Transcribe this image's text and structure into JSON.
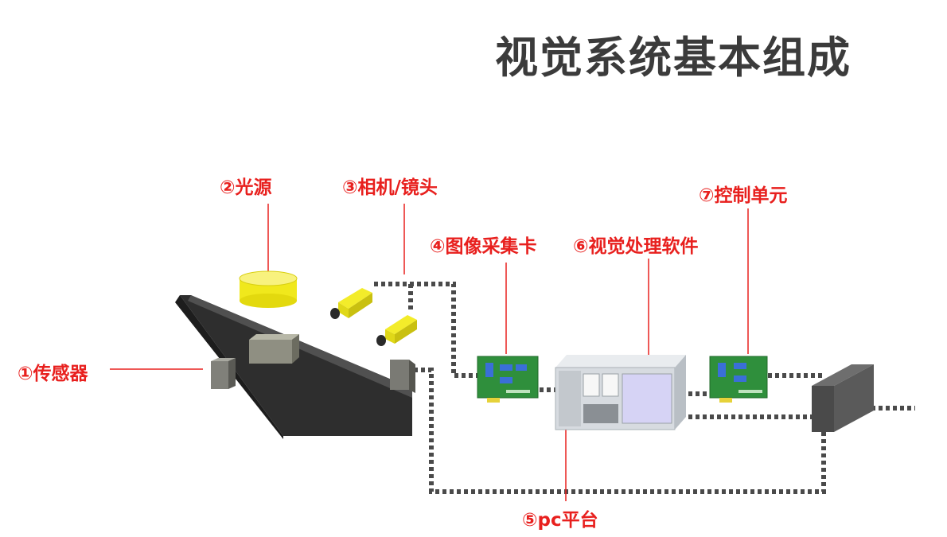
{
  "title": "视觉系统基本组成",
  "labels": {
    "sensor": "①传感器",
    "light": "②光源",
    "camera": "③相机/镜头",
    "capture": "④图像采集卡",
    "pc": "⑤pc平台",
    "software": "⑥视觉处理软件",
    "control": "⑦控制单元"
  },
  "colors": {
    "label": "#e8201e",
    "title": "#3b3b3b",
    "conveyor": "#3a3a3a",
    "light_source": "#f2ec1a",
    "camera_body": "#e8e020",
    "card": "#2e8b3a",
    "cable": "#555555"
  }
}
